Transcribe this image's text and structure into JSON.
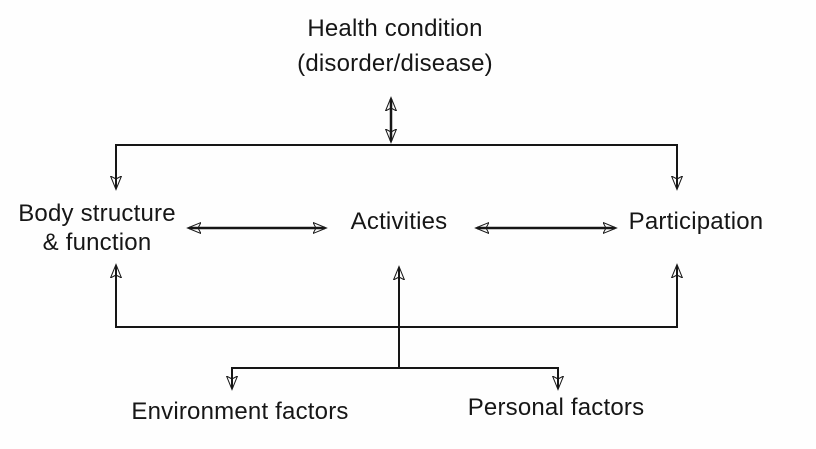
{
  "nodes": {
    "health_condition": {
      "line1": "Health condition",
      "line2": "(disorder/disease)"
    },
    "body_structure_function": {
      "line1": "Body structure",
      "line2": "& function"
    },
    "activities": {
      "label": "Activities"
    },
    "participation": {
      "label": "Participation"
    },
    "environment_factors": {
      "label": "Environment factors"
    },
    "personal_factors": {
      "label": "Personal factors"
    }
  },
  "connections": [
    {
      "between": [
        "health_condition",
        "functioning_row"
      ],
      "style": "double-headed-vertical-arrow"
    },
    {
      "between": [
        "health_condition_bracket",
        "body_structure_function"
      ],
      "style": "down-arrow"
    },
    {
      "between": [
        "health_condition_bracket",
        "participation"
      ],
      "style": "down-arrow"
    },
    {
      "between": [
        "body_structure_function",
        "activities"
      ],
      "style": "double-headed-horizontal-arrow"
    },
    {
      "between": [
        "activities",
        "participation"
      ],
      "style": "double-headed-horizontal-arrow"
    },
    {
      "between": [
        "contextual_factors_bracket",
        "body_structure_function"
      ],
      "style": "up-arrow"
    },
    {
      "between": [
        "contextual_factors_bracket",
        "activities"
      ],
      "style": "up-arrow"
    },
    {
      "between": [
        "contextual_factors_bracket",
        "participation"
      ],
      "style": "up-arrow"
    },
    {
      "between": [
        "contextual_factors_bracket",
        "environment_factors"
      ],
      "style": "down-arrow"
    },
    {
      "between": [
        "contextual_factors_bracket",
        "personal_factors"
      ],
      "style": "down-arrow"
    }
  ],
  "colors": {
    "line": "#161616",
    "text": "#161616",
    "background": "#fefefe"
  }
}
